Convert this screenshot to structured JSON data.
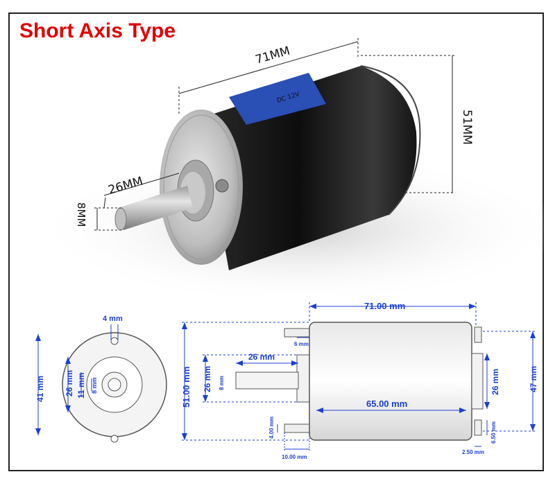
{
  "title": "Short Axis Type",
  "photo": {
    "length": "71MM",
    "diameter": "51MM",
    "shaft_length": "26MM",
    "shaft_diameter": "8MM",
    "label_text": "DC 12V"
  },
  "drawing": {
    "front": {
      "hole": "4 mm",
      "outer": "41 mm",
      "boss": "26 mm",
      "inner": "11 mm",
      "shaft": "8 mm"
    },
    "side": {
      "length": "71.00 mm",
      "body_dia": "51.00 mm",
      "shaft_len": "26 mm",
      "boss_dia": "26 mm",
      "shaft_dia": "8 mm",
      "boss_step": "6 mm",
      "body_inner": "65.00 mm",
      "rear_boss": "26 mm",
      "rear_dia": "47 mm",
      "screw_w": "4.00 mm",
      "screw_len": "10.00 mm",
      "terminal_h": "6.50 mm",
      "terminal_w": "2.50 mm"
    }
  }
}
